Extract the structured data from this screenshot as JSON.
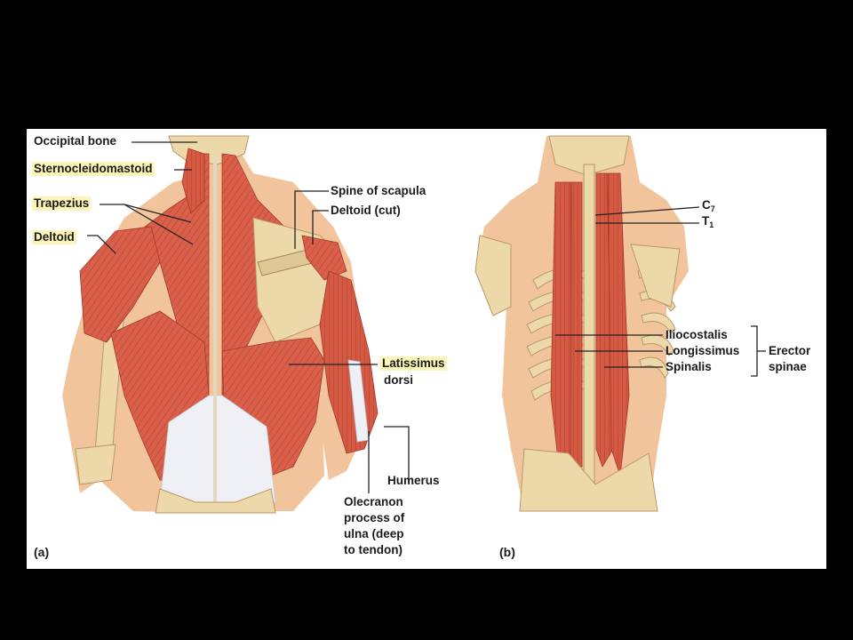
{
  "panel_a": {
    "tag": "(a)",
    "labels": {
      "occipital_bone": "Occipital bone",
      "sternocleidomastoid": "Sternocleidomastoid",
      "trapezius": "Trapezius",
      "deltoid": "Deltoid",
      "spine_of_scapula": "Spine of scapula",
      "deltoid_cut": "Deltoid (cut)",
      "latissimus": "Latissimus",
      "dorsi": "dorsi",
      "humerus": "Humerus",
      "olecranon_1": "Olecranon",
      "olecranon_2": "process of",
      "olecranon_3": "ulna (deep",
      "olecranon_4": "to tendon)"
    }
  },
  "panel_b": {
    "tag": "(b)",
    "labels": {
      "c7_main": "C",
      "c7_sub": "7",
      "t1_main": "T",
      "t1_sub": "1",
      "iliocostalis": "Iliocostalis",
      "longissimus": "Longissimus",
      "spinalis": "Spinalis",
      "erector_1": "Erector",
      "erector_2": "spinae"
    }
  },
  "colors": {
    "background": "#000000",
    "panel": "#ffffff",
    "skin": "#f2c49b",
    "muscle": "#d9604a",
    "bone": "#ecd8a8",
    "fascia": "#eef0f5",
    "highlight": "#fbf5b8"
  }
}
